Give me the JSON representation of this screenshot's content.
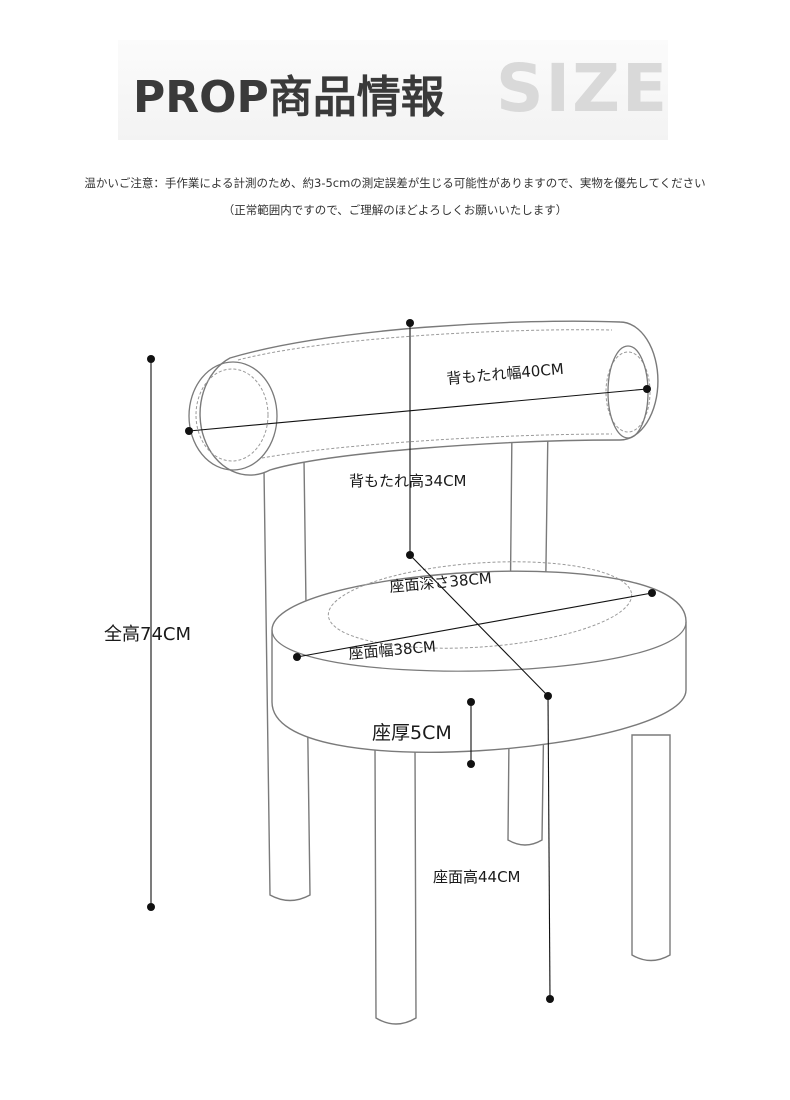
{
  "header": {
    "title": "PROP商品情報",
    "size_word": "SIZE"
  },
  "notice": {
    "line1": "温かいご注意：手作業による計測のため、約3-5cmの測定誤差が生じる可能性がありますので、実物を優先してください",
    "line2": "（正常範囲内ですので、ご理解のほどよろしくお願いいたします）"
  },
  "dimensions": {
    "backrest_width": "背もたれ幅40CM",
    "backrest_height": "背もたれ高34CM",
    "seat_depth": "座面深さ38CM",
    "seat_width": "座面幅38CM",
    "seat_thickness": "座厚5CM",
    "total_height": "全高74CM",
    "seat_height": "座面高44CM"
  },
  "colors": {
    "outline": "#7a7a7a",
    "stitch": "#9a9a9a",
    "measure": "#111111"
  }
}
